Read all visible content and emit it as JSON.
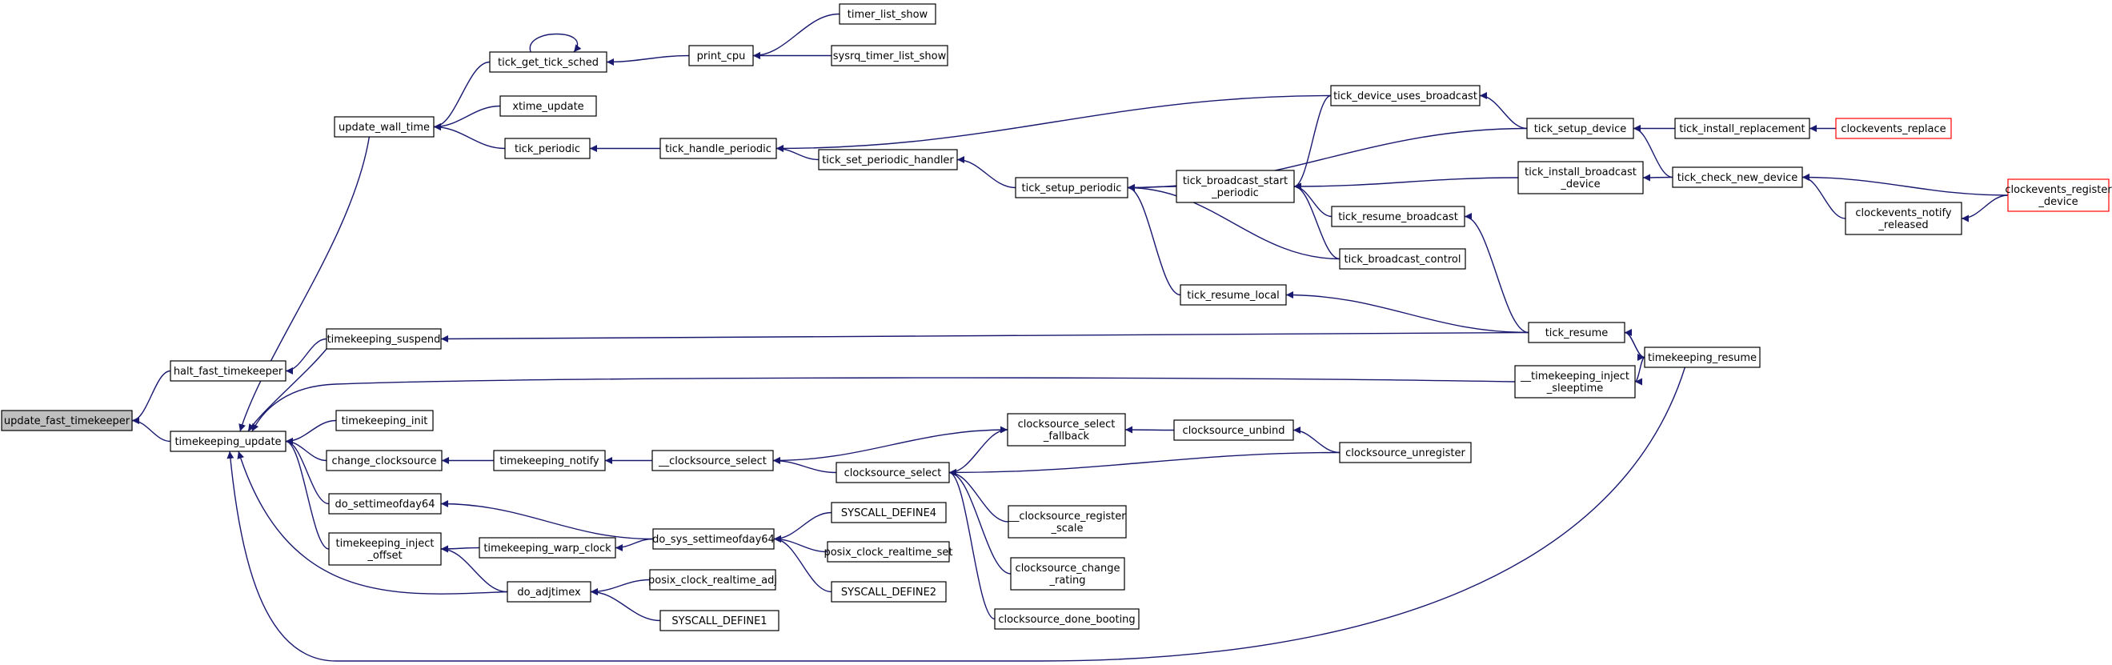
{
  "graph": {
    "edge_color": "#191970",
    "root_fill": "#bfbfbf",
    "truncated_border": "#ff0000",
    "nodes": [
      {
        "id": "update_fast_timekeeper",
        "lines": [
          "update_fast_timekeeper"
        ],
        "style": "root"
      },
      {
        "id": "halt_fast_timekeeper",
        "lines": [
          "halt_fast_timekeeper"
        ]
      },
      {
        "id": "timekeeping_update",
        "lines": [
          "timekeeping_update"
        ]
      },
      {
        "id": "timekeeping_suspend",
        "lines": [
          "timekeeping_suspend"
        ]
      },
      {
        "id": "update_wall_time",
        "lines": [
          "update_wall_time"
        ]
      },
      {
        "id": "timekeeping_init",
        "lines": [
          "timekeeping_init"
        ]
      },
      {
        "id": "change_clocksource",
        "lines": [
          "change_clocksource"
        ]
      },
      {
        "id": "do_settimeofday64",
        "lines": [
          "do_settimeofday64"
        ]
      },
      {
        "id": "timekeeping_inject_offset",
        "lines": [
          "timekeeping_inject",
          "_offset"
        ]
      },
      {
        "id": "do_adjtimex",
        "lines": [
          "do_adjtimex"
        ]
      },
      {
        "id": "tick_get_tick_sched",
        "lines": [
          "tick_get_tick_sched"
        ]
      },
      {
        "id": "xtime_update",
        "lines": [
          "xtime_update"
        ]
      },
      {
        "id": "tick_periodic",
        "lines": [
          "tick_periodic"
        ]
      },
      {
        "id": "print_cpu",
        "lines": [
          "print_cpu"
        ]
      },
      {
        "id": "timer_list_show",
        "lines": [
          "timer_list_show"
        ]
      },
      {
        "id": "sysrq_timer_list_show",
        "lines": [
          "sysrq_timer_list_show"
        ]
      },
      {
        "id": "tick_handle_periodic",
        "lines": [
          "tick_handle_periodic"
        ]
      },
      {
        "id": "tick_set_periodic_handler",
        "lines": [
          "tick_set_periodic_handler"
        ]
      },
      {
        "id": "tick_setup_periodic",
        "lines": [
          "tick_setup_periodic"
        ]
      },
      {
        "id": "tick_broadcast_start_periodic",
        "lines": [
          "tick_broadcast_start",
          "_periodic"
        ]
      },
      {
        "id": "tick_resume_local",
        "lines": [
          "tick_resume_local"
        ]
      },
      {
        "id": "tick_device_uses_broadcast",
        "lines": [
          "tick_device_uses_broadcast"
        ]
      },
      {
        "id": "tick_resume_broadcast",
        "lines": [
          "tick_resume_broadcast"
        ]
      },
      {
        "id": "tick_broadcast_control",
        "lines": [
          "tick_broadcast_control"
        ]
      },
      {
        "id": "tick_setup_device",
        "lines": [
          "tick_setup_device"
        ]
      },
      {
        "id": "tick_install_broadcast_device",
        "lines": [
          "tick_install_broadcast",
          "_device"
        ]
      },
      {
        "id": "tick_install_replacement",
        "lines": [
          "tick_install_replacement"
        ]
      },
      {
        "id": "tick_check_new_device",
        "lines": [
          "tick_check_new_device"
        ]
      },
      {
        "id": "clockevents_replace",
        "lines": [
          "clockevents_replace"
        ],
        "style": "truncated"
      },
      {
        "id": "clockevents_notify_released",
        "lines": [
          "clockevents_notify",
          "_released"
        ]
      },
      {
        "id": "clockevents_register_device",
        "lines": [
          "clockevents_register",
          "_device"
        ],
        "style": "truncated"
      },
      {
        "id": "tick_resume",
        "lines": [
          "tick_resume"
        ]
      },
      {
        "id": "timekeeping_resume",
        "lines": [
          "timekeeping_resume"
        ]
      },
      {
        "id": "__timekeeping_inject_sleeptime",
        "lines": [
          "__timekeeping_inject",
          "_sleeptime"
        ]
      },
      {
        "id": "timekeeping_notify",
        "lines": [
          "timekeeping_notify"
        ]
      },
      {
        "id": "__clocksource_select",
        "lines": [
          "__clocksource_select"
        ]
      },
      {
        "id": "clocksource_select",
        "lines": [
          "clocksource_select"
        ]
      },
      {
        "id": "clocksource_select_fallback",
        "lines": [
          "clocksource_select",
          "_fallback"
        ]
      },
      {
        "id": "clocksource_unbind",
        "lines": [
          "clocksource_unbind"
        ]
      },
      {
        "id": "clocksource_unregister",
        "lines": [
          "clocksource_unregister"
        ]
      },
      {
        "id": "__clocksource_register_scale",
        "lines": [
          "__clocksource_register",
          "_scale"
        ]
      },
      {
        "id": "clocksource_change_rating",
        "lines": [
          "clocksource_change",
          "_rating"
        ]
      },
      {
        "id": "clocksource_done_booting",
        "lines": [
          "clocksource_done_booting"
        ]
      },
      {
        "id": "timekeeping_warp_clock",
        "lines": [
          "timekeeping_warp_clock"
        ]
      },
      {
        "id": "do_sys_settimeofday64",
        "lines": [
          "do_sys_settimeofday64"
        ]
      },
      {
        "id": "SYSCALL_DEFINE4",
        "lines": [
          "SYSCALL_DEFINE4"
        ]
      },
      {
        "id": "posix_clock_realtime_set",
        "lines": [
          "posix_clock_realtime_set"
        ]
      },
      {
        "id": "SYSCALL_DEFINE2",
        "lines": [
          "SYSCALL_DEFINE2"
        ]
      },
      {
        "id": "posix_clock_realtime_adj",
        "lines": [
          "posix_clock_realtime_adj"
        ]
      },
      {
        "id": "SYSCALL_DEFINE1",
        "lines": [
          "SYSCALL_DEFINE1"
        ]
      }
    ],
    "edges": [
      {
        "from": "halt_fast_timekeeper",
        "to": "update_fast_timekeeper"
      },
      {
        "from": "timekeeping_update",
        "to": "update_fast_timekeeper"
      },
      {
        "from": "timekeeping_suspend",
        "to": "halt_fast_timekeeper"
      },
      {
        "from": "timekeeping_suspend",
        "to": "timekeeping_update"
      },
      {
        "from": "update_wall_time",
        "to": "timekeeping_update"
      },
      {
        "from": "timekeeping_init",
        "to": "timekeeping_update"
      },
      {
        "from": "change_clocksource",
        "to": "timekeeping_update"
      },
      {
        "from": "do_settimeofday64",
        "to": "timekeeping_update"
      },
      {
        "from": "timekeeping_inject_offset",
        "to": "timekeeping_update"
      },
      {
        "from": "do_adjtimex",
        "to": "timekeeping_update"
      },
      {
        "from": "__timekeeping_inject_sleeptime",
        "to": "timekeeping_update"
      },
      {
        "from": "timekeeping_resume",
        "to": "timekeeping_update"
      },
      {
        "from": "tick_get_tick_sched",
        "to": "update_wall_time"
      },
      {
        "from": "tick_get_tick_sched",
        "to": "tick_get_tick_sched"
      },
      {
        "from": "xtime_update",
        "to": "update_wall_time"
      },
      {
        "from": "tick_periodic",
        "to": "update_wall_time"
      },
      {
        "from": "print_cpu",
        "to": "tick_get_tick_sched"
      },
      {
        "from": "timer_list_show",
        "to": "print_cpu"
      },
      {
        "from": "sysrq_timer_list_show",
        "to": "print_cpu"
      },
      {
        "from": "tick_handle_periodic",
        "to": "tick_periodic"
      },
      {
        "from": "tick_set_periodic_handler",
        "to": "tick_handle_periodic"
      },
      {
        "from": "tick_device_uses_broadcast",
        "to": "tick_handle_periodic"
      },
      {
        "from": "tick_setup_periodic",
        "to": "tick_set_periodic_handler"
      },
      {
        "from": "tick_setup_device",
        "to": "tick_setup_periodic"
      },
      {
        "from": "tick_broadcast_start_periodic",
        "to": "tick_setup_periodic"
      },
      {
        "from": "tick_broadcast_control",
        "to": "tick_setup_periodic"
      },
      {
        "from": "tick_resume_local",
        "to": "tick_setup_periodic"
      },
      {
        "from": "tick_device_uses_broadcast",
        "to": "tick_broadcast_start_periodic"
      },
      {
        "from": "tick_install_broadcast_device",
        "to": "tick_broadcast_start_periodic"
      },
      {
        "from": "tick_resume_broadcast",
        "to": "tick_broadcast_start_periodic"
      },
      {
        "from": "tick_broadcast_control",
        "to": "tick_broadcast_start_periodic"
      },
      {
        "from": "tick_setup_device",
        "to": "tick_device_uses_broadcast"
      },
      {
        "from": "tick_install_replacement",
        "to": "tick_setup_device"
      },
      {
        "from": "tick_check_new_device",
        "to": "tick_setup_device"
      },
      {
        "from": "tick_check_new_device",
        "to": "tick_install_broadcast_device"
      },
      {
        "from": "clockevents_replace",
        "to": "tick_install_replacement"
      },
      {
        "from": "clockevents_register_device",
        "to": "tick_check_new_device"
      },
      {
        "from": "clockevents_notify_released",
        "to": "tick_check_new_device"
      },
      {
        "from": "clockevents_register_device",
        "to": "clockevents_notify_released"
      },
      {
        "from": "tick_resume",
        "to": "tick_resume_local"
      },
      {
        "from": "tick_resume",
        "to": "tick_resume_broadcast"
      },
      {
        "from": "tick_resume",
        "to": "timekeeping_suspend"
      },
      {
        "from": "timekeeping_resume",
        "to": "tick_resume"
      },
      {
        "from": "tick_resume",
        "to": "timekeeping_resume"
      },
      {
        "from": "timekeeping_resume",
        "to": "__timekeeping_inject_sleeptime"
      },
      {
        "from": "timekeeping_notify",
        "to": "change_clocksource"
      },
      {
        "from": "__clocksource_select",
        "to": "timekeeping_notify"
      },
      {
        "from": "clocksource_select_fallback",
        "to": "__clocksource_select"
      },
      {
        "from": "clocksource_select",
        "to": "__clocksource_select"
      },
      {
        "from": "clocksource_select",
        "to": "clocksource_select_fallback"
      },
      {
        "from": "clocksource_unbind",
        "to": "clocksource_select_fallback"
      },
      {
        "from": "clocksource_unregister",
        "to": "clocksource_unbind"
      },
      {
        "from": "clocksource_unregister",
        "to": "clocksource_select"
      },
      {
        "from": "__clocksource_register_scale",
        "to": "clocksource_select"
      },
      {
        "from": "clocksource_change_rating",
        "to": "clocksource_select"
      },
      {
        "from": "clocksource_done_booting",
        "to": "clocksource_select"
      },
      {
        "from": "timekeeping_warp_clock",
        "to": "timekeeping_inject_offset"
      },
      {
        "from": "do_adjtimex",
        "to": "timekeeping_inject_offset"
      },
      {
        "from": "do_sys_settimeofday64",
        "to": "do_settimeofday64"
      },
      {
        "from": "do_sys_settimeofday64",
        "to": "timekeeping_warp_clock"
      },
      {
        "from": "SYSCALL_DEFINE4",
        "to": "do_sys_settimeofday64"
      },
      {
        "from": "posix_clock_realtime_set",
        "to": "do_sys_settimeofday64"
      },
      {
        "from": "SYSCALL_DEFINE2",
        "to": "do_sys_settimeofday64"
      },
      {
        "from": "posix_clock_realtime_adj",
        "to": "do_adjtimex"
      },
      {
        "from": "SYSCALL_DEFINE1",
        "to": "do_adjtimex"
      }
    ]
  }
}
